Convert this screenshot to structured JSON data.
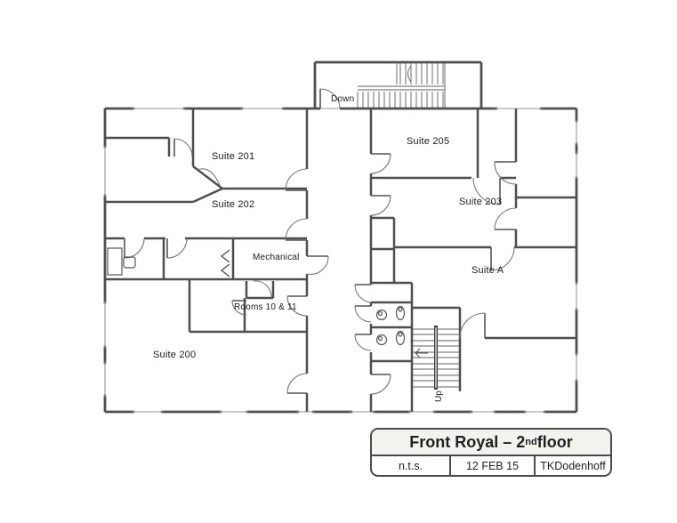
{
  "floor_plan": {
    "rooms": {
      "suite201": "Suite 201",
      "suite202": "Suite 202",
      "suite205": "Suite 205",
      "suite203": "Suite 203",
      "suiteA": "Suite A",
      "mechanical": "Mechanical",
      "rooms10and11": "Rooms 10 & 11",
      "suite200": "Suite 200"
    },
    "stairs": {
      "down": "Down",
      "up": "Up"
    },
    "symbols": [
      "toilet-icon",
      "sink-icon",
      "desk-icon",
      "chair-icon",
      "stair-treads",
      "door-swing-arc",
      "window-segment"
    ]
  },
  "title_block": {
    "title_prefix": "Front Royal – 2",
    "title_superscript": "nd",
    "title_suffix": " floor",
    "scale": "n.t.s.",
    "date": "12 FEB 15",
    "author": "TKDodenhoff"
  },
  "colors": {
    "wall": "#4f4f4f",
    "thin_line": "#979797",
    "door_arc": "#777777",
    "text": "#1b1b1b",
    "title_bg": "#f2f2ee"
  }
}
